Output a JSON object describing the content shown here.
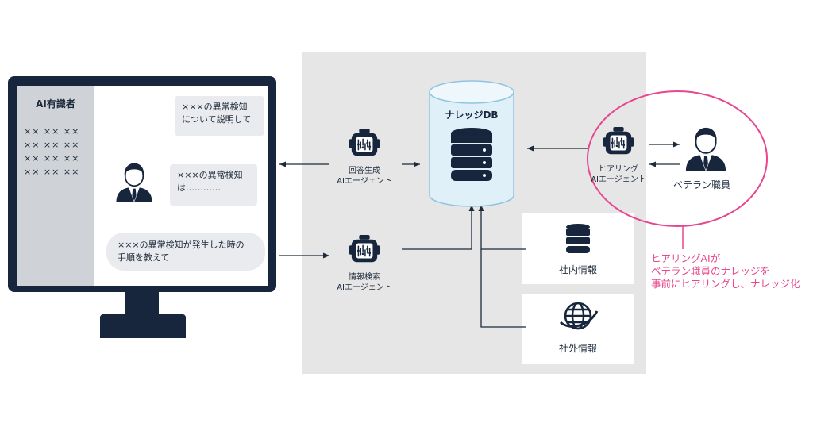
{
  "monitor": {
    "sidebar_title": "AI有識者",
    "sidebar_rows": [
      "×× ×× ××",
      "×× ×× ××",
      "×× ×× ××",
      "×× ×× ××"
    ],
    "bubble_question_1": [
      "×××の異常検知",
      "について説明して"
    ],
    "bubble_answer": [
      "×××の異常検知",
      "は…………"
    ],
    "bubble_question_2": [
      "×××の異常検知が発生した時の",
      "手順を教えて"
    ]
  },
  "agents": {
    "answer_generation": [
      "回答生成",
      "AIエージェント"
    ],
    "info_search": [
      "情報検索",
      "AIエージェント"
    ],
    "hearing": [
      "ヒアリング",
      "AIエージェント"
    ]
  },
  "knowledge_db": {
    "title": "ナレッジDB"
  },
  "sources": {
    "internal": "社内情報",
    "external": "社外情報"
  },
  "veteran": {
    "label": "ベテラン職員"
  },
  "note": {
    "lines": [
      "ヒアリングAIが",
      "ベテラン職員のナレッジを",
      "事前にヒアリングし、ナレッジ化"
    ],
    "color": "#e8468e"
  },
  "colors": {
    "navy": "#17263d",
    "db_fill": "#dff0f8",
    "db_stroke": "#8fc5e0",
    "panel": "#e6e6e6"
  }
}
